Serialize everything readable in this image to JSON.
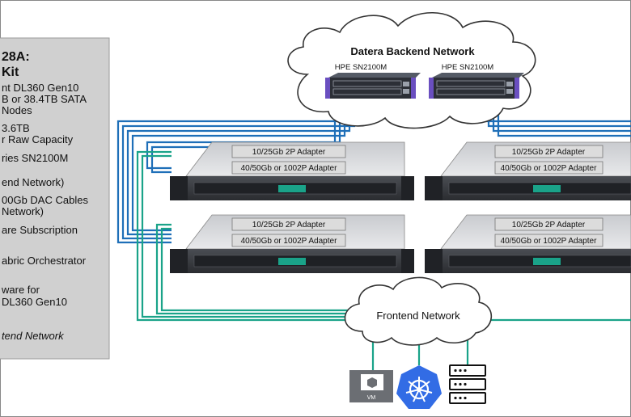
{
  "sidebar": {
    "title_line1": "28A:",
    "title_line2": "Kit",
    "items": [
      "nt DL360 Gen10",
      "B or 38.4TB SATA",
      "Nodes",
      "3.6TB",
      "r Raw Capacity",
      "ries SN2100M",
      "end Network)",
      "00Gb DAC Cables",
      "Network)",
      "are Subscription",
      "abric Orchestrator",
      "ware for",
      "DL360 Gen10",
      "tend Network"
    ]
  },
  "backend_network": {
    "label": "Datera Backend Network",
    "switch_left_label": "HPE SN2100M",
    "switch_right_label": "HPE SN2100M"
  },
  "servers": {
    "adapter_1_label": "10/25Gb 2P Adapter",
    "adapter_2_label": "40/50Gb or 1002P Adapter"
  },
  "frontend_network": {
    "label": "Frontend Network"
  },
  "endpoints": {
    "vm_label": "VM",
    "kubernetes_icon": "kubernetes-wheel-icon",
    "storage_icon": "server-rack-icon",
    "vm_icon": "vm-monitor-icon"
  },
  "colors": {
    "backend_link": "#1e6fb8",
    "frontend_link": "#1aa389",
    "cloud_stroke": "#333333",
    "sidebar_bg": "#d0d0d0",
    "switch_body": "#2c2f36",
    "server_body": "#3a3d42",
    "adapter_bg": "#dcdcdc"
  }
}
